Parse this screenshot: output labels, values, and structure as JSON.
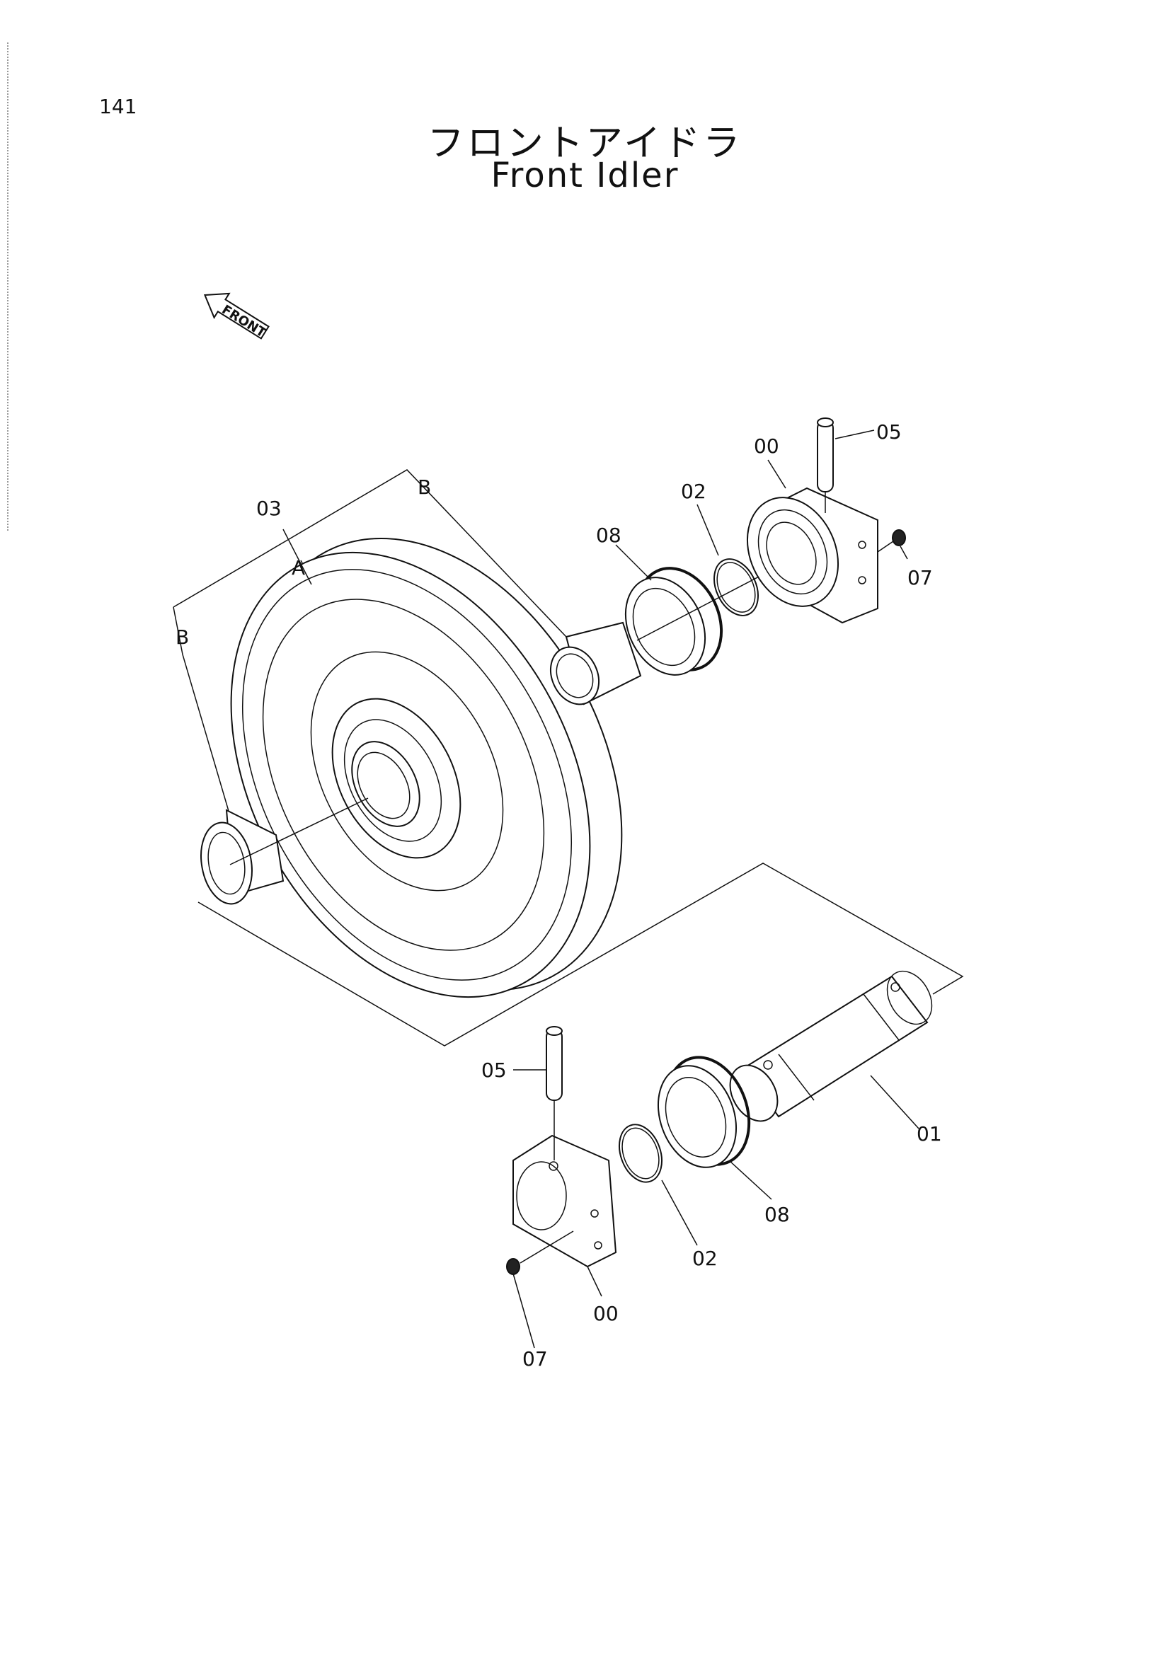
{
  "page_number": "141",
  "title_jp": "フロントアイドラ",
  "title_en": "Front Idler",
  "front_arrow_label": "FRONT",
  "callouts": {
    "c03": "03",
    "cA": "A",
    "cB_top": "B",
    "cB_left": "B",
    "c08_top": "08",
    "c02_top": "02",
    "c00_top": "00",
    "c05_top": "05",
    "c07_top": "07",
    "c05_bot": "05",
    "c01": "01",
    "c08_bot": "08",
    "c02_bot": "02",
    "c00_bot": "00",
    "c07_bot": "07"
  }
}
